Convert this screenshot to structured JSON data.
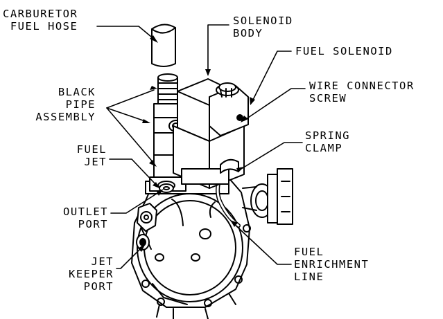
{
  "labels": {
    "carburetor_fuel_hose": [
      "CARBURETOR",
      "FUEL HOSE"
    ],
    "solenoid_body": [
      "SOLENOID",
      "BODY"
    ],
    "fuel_solenoid": [
      "FUEL SOLENOID"
    ],
    "wire_connector_screw": [
      "WIRE CONNECTOR",
      "SCREW"
    ],
    "black_pipe_assembly": [
      "BLACK",
      "PIPE",
      "ASSEMBLY"
    ],
    "spring_clamp": [
      "SPRING",
      "CLAMP"
    ],
    "fuel_jet": [
      "FUEL",
      "JET"
    ],
    "outlet_port": [
      "OUTLET",
      "PORT"
    ],
    "jet_keeper_port": [
      "JET",
      "KEEPER",
      "PORT"
    ],
    "fuel_enrichment_line": [
      "FUEL",
      "ENRICHMENT",
      "LINE"
    ]
  }
}
